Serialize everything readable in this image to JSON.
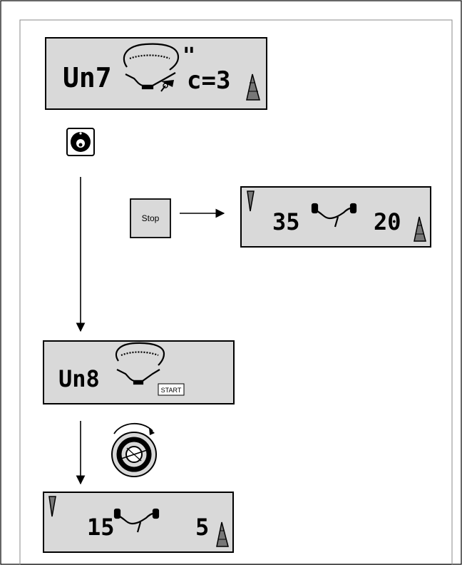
{
  "panel1": {
    "code": "Un7",
    "mark": "\"",
    "level": "c=3"
  },
  "stop_button": {
    "label": "Stop"
  },
  "panel2": {
    "left_value": "35",
    "right_value": "20"
  },
  "panel3": {
    "code": "Un8",
    "start_label": "START"
  },
  "panel4": {
    "left_value": "15",
    "right_value": "5"
  },
  "colors": {
    "display_bg": "#d9d9d9",
    "ink": "#000000",
    "frame": "#888888"
  },
  "icons": [
    "knob-icon",
    "tire-profile-icon",
    "wheel-spin-icon",
    "axle-icon",
    "cone-indicator-icon",
    "arrow-icon"
  ]
}
